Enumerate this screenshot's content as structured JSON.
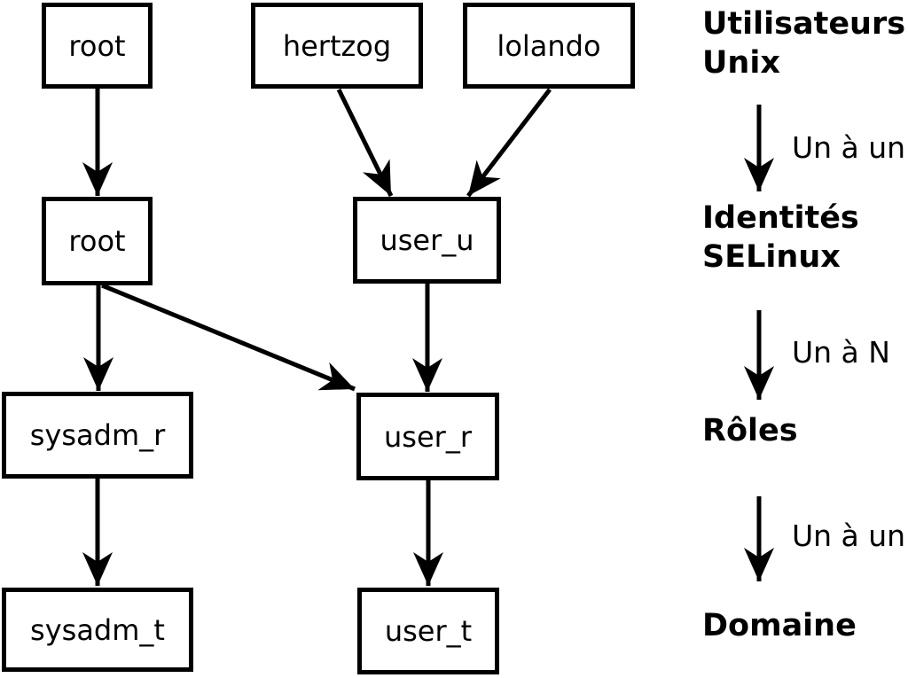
{
  "colors": {
    "ink": "#000000",
    "paper": "#ffffff"
  },
  "nodes": [
    {
      "id": "unix-root",
      "label": "root"
    },
    {
      "id": "unix-hertzog",
      "label": "hertzog"
    },
    {
      "id": "unix-lolando",
      "label": "lolando"
    },
    {
      "id": "selinux-root",
      "label": "root"
    },
    {
      "id": "selinux-user-u",
      "label": "user_u"
    },
    {
      "id": "role-sysadm-r",
      "label": "sysadm_r"
    },
    {
      "id": "role-user-r",
      "label": "user_r"
    },
    {
      "id": "domain-sysadm-t",
      "label": "sysadm_t"
    },
    {
      "id": "domain-user-t",
      "label": "user_t"
    }
  ],
  "legend": {
    "levels": [
      {
        "lines": [
          "Utilisateurs",
          "Unix"
        ]
      },
      {
        "lines": [
          "Identités",
          "SELinux"
        ]
      },
      {
        "lines": [
          "Rôles"
        ]
      },
      {
        "lines": [
          "Domaine"
        ]
      }
    ],
    "relations": [
      "Un à un",
      "Un à N",
      "Un à un"
    ]
  }
}
